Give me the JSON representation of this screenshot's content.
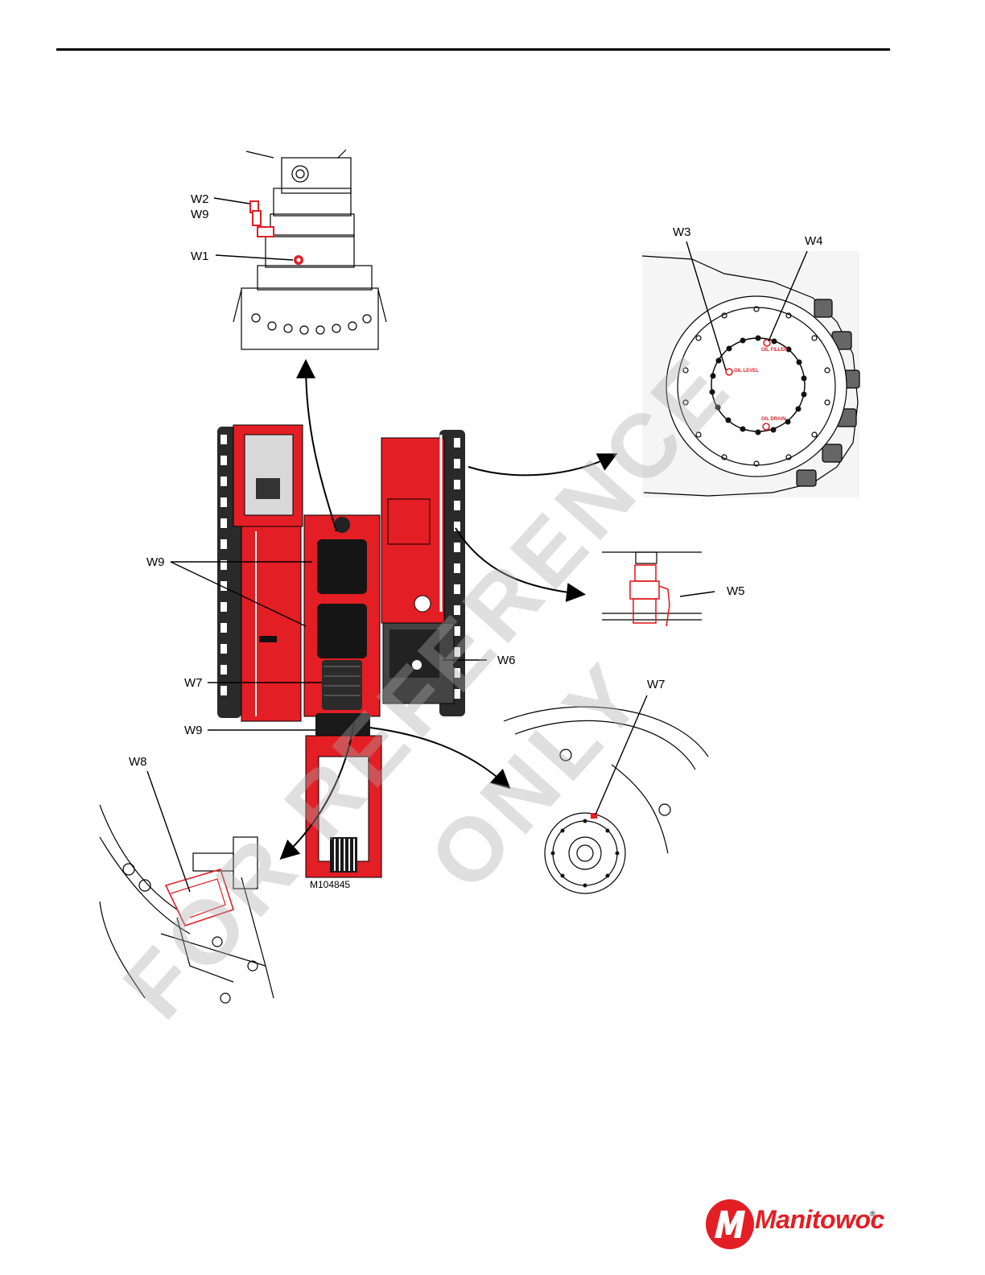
{
  "callouts": {
    "w1": "W1",
    "w2": "W2",
    "w9_top": "W9",
    "w3": "W3",
    "w4": "W4",
    "w5": "W5",
    "w6": "W6",
    "w7_left": "W7",
    "w7_right": "W7",
    "w8": "W8",
    "w9_mid": "W9",
    "w9_low": "W9"
  },
  "sprocket_labels": {
    "oil_filler": "OIL FILLER",
    "oil_level": "OIL LEVEL",
    "oil_drain": "OIL DRAIN"
  },
  "figure_id": "M104845",
  "watermark": {
    "line1": "FOR REFERENCE",
    "line2": "ONLY"
  },
  "brand": {
    "name": "Manitowoc",
    "registered": "®",
    "color": "#e31e24"
  },
  "colors": {
    "machine_red": "#e31e24",
    "machine_dark": "#1a1a1a"
  }
}
